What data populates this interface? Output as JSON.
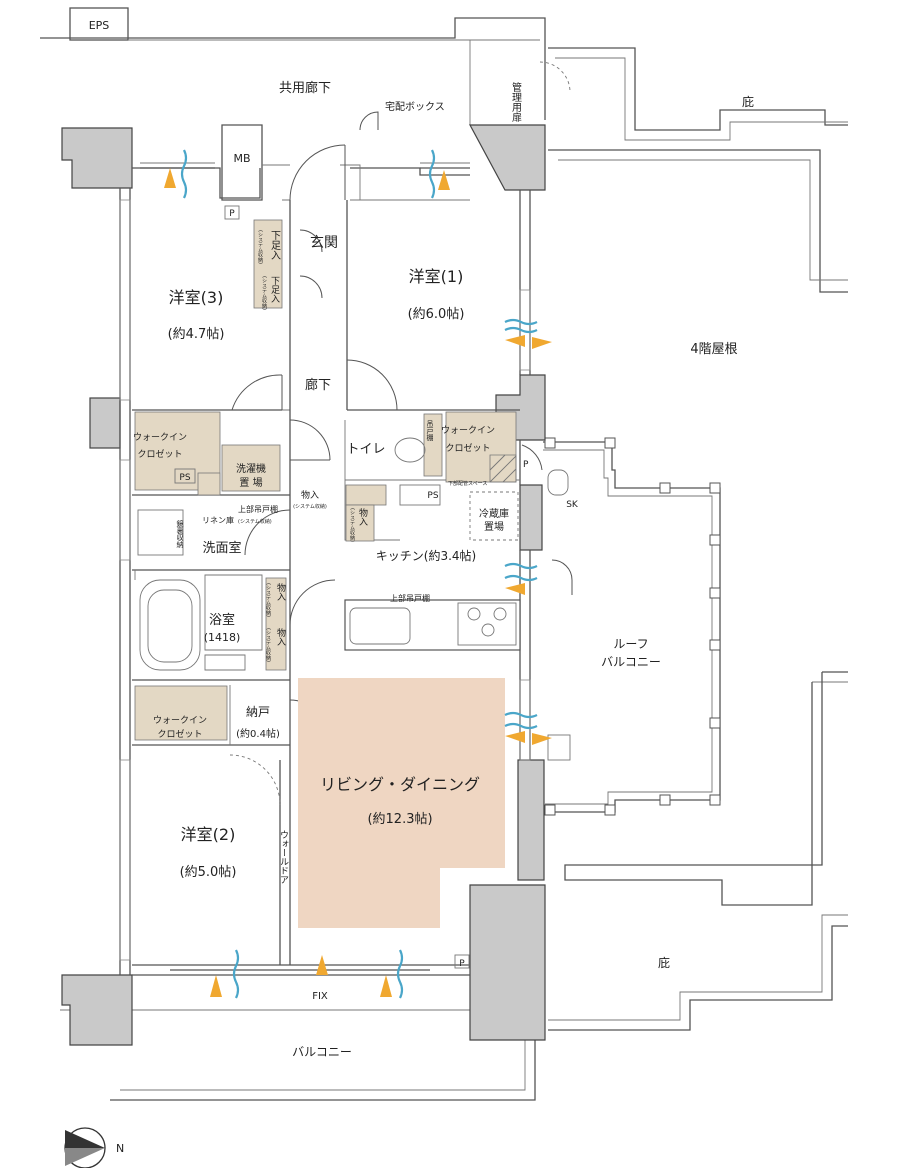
{
  "labels": {
    "eps": "EPS",
    "common_corridor": "共用廊下",
    "delivery_box": "宅配ボックス",
    "service_door": "管理用扉",
    "eaves_top": "庇",
    "mb": "MB",
    "entrance": "玄関",
    "shoe_storage_1": "下足入",
    "shoe_storage_1_sub": "(システム収納)",
    "shoe_storage_2": "下足入",
    "shoe_storage_2_sub": "(システム収納)",
    "room1_name": "洋室(1)",
    "room1_size": "(約6.0帖)",
    "room3_name": "洋室(3)",
    "room3_size": "(約4.7帖)",
    "roof_4f": "4階屋根",
    "hallway": "廊下",
    "toilet": "トイレ",
    "toilet_shelf": "吊戸棚",
    "wic_1_a": "ウォークイン",
    "wic_1_b": "クロゼット",
    "wic_3_a": "ウォークイン",
    "wic_3_b": "クロゼット",
    "ps_1": "PS",
    "ps_2": "PS",
    "p_1": "P",
    "p_2": "P",
    "p_3": "P",
    "washer_a": "洗濯機",
    "washer_b": "置 場",
    "storage_a": "物入",
    "storage_a_sub": "(システム収納)",
    "storage_b": "物入",
    "storage_b_sub": "(システム収納)",
    "underfloor": "下部配管スペース",
    "upper_cabinet_1": "上部吊戸棚",
    "linen": "リネン庫",
    "linen_sub": "(システム収納)",
    "mirror_storage": "鏡裏収納",
    "washroom": "洗面室",
    "sk": "SK",
    "fridge_a": "冷蔵庫",
    "fridge_b": "置場",
    "kitchen": "キッチン(約3.4帖)",
    "upper_cabinet_2": "上部吊戸棚",
    "bath": "浴室",
    "bath_size": "(1418)",
    "storage_c": "物入",
    "storage_c_sub": "(システム収納)",
    "storage_d": "物入",
    "storage_d_sub": "(システム収納)",
    "roof_balcony_a": "ルーフ",
    "roof_balcony_b": "バルコニー",
    "wic_2_a": "ウォークイン",
    "wic_2_b": "クロゼット",
    "closet": "納戸",
    "closet_size": "(約0.4帖)",
    "living": "リビング・ダイニング",
    "living_size": "(約12.3帖)",
    "room2_name": "洋室(2)",
    "room2_size": "(約5.0帖)",
    "wall_door": "ウォールドア",
    "fix": "FIX",
    "eaves_bottom": "庇",
    "balcony": "バルコニー",
    "north": "N"
  },
  "colors": {
    "wall": "#c9c9c9",
    "storage": "#e3d8c4",
    "living_highlight": "#efd6c2",
    "air_blue": "#4aa6c9",
    "air_orange": "#f0a830"
  }
}
